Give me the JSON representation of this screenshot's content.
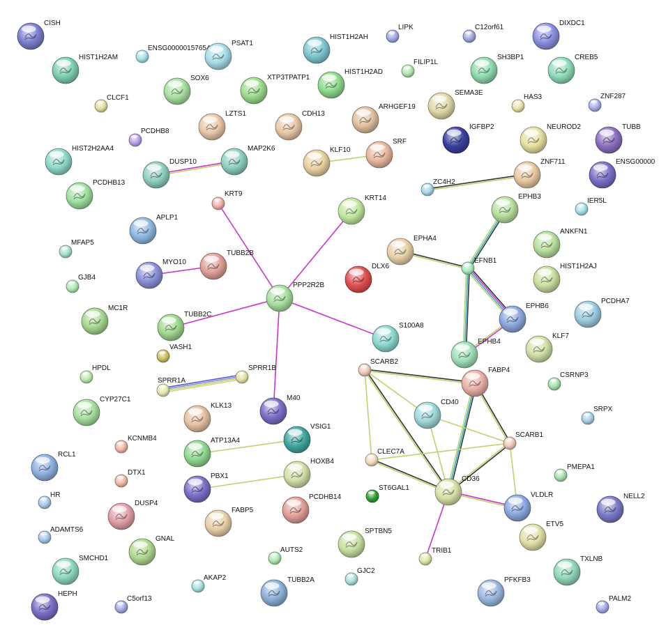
{
  "nodes": [
    {
      "id": "CISH",
      "color": "#7a7fd0",
      "size": "big"
    },
    {
      "id": "HIST1H2AM",
      "color": "#7fd0b0",
      "size": "big"
    },
    {
      "id": "ENSG00000157654",
      "color": "#a8e0e8",
      "size": "small"
    },
    {
      "id": "PSAT1",
      "color": "#a8dce8",
      "size": "big"
    },
    {
      "id": "HIST1H2AH",
      "color": "#7fc7d0",
      "size": "big"
    },
    {
      "id": "LIPK",
      "color": "#a0a8e0",
      "size": "small"
    },
    {
      "id": "C12orf61",
      "color": "#a0a8e0",
      "size": "small"
    },
    {
      "id": "DIXDC1",
      "color": "#8c8fe0",
      "size": "big"
    },
    {
      "id": "CREB5",
      "color": "#8fdcb8",
      "size": "big"
    },
    {
      "id": "SH3BP1",
      "color": "#8fdcb0",
      "size": "big"
    },
    {
      "id": "FILIP1L",
      "color": "#b0e8b0",
      "size": "small"
    },
    {
      "id": "HIST1H2AD",
      "color": "#8fdc8f",
      "size": "big"
    },
    {
      "id": "XTP3TPATP1",
      "color": "#9ddc8f",
      "size": "big"
    },
    {
      "id": "SOX6",
      "color": "#a8e0a0",
      "size": "big"
    },
    {
      "id": "CLCF1",
      "color": "#e0e0a0",
      "size": "small"
    },
    {
      "id": "SEMA3E",
      "color": "#e0d8a8",
      "size": "big"
    },
    {
      "id": "HAS3",
      "color": "#e8e0a8",
      "size": "small"
    },
    {
      "id": "ZNF287",
      "color": "#a8b0e8",
      "size": "small"
    },
    {
      "id": "PCDHB8",
      "color": "#b8a0e8",
      "size": "small"
    },
    {
      "id": "LZTS1",
      "color": "#e8c8a8",
      "size": "big"
    },
    {
      "id": "CDH13",
      "color": "#e8c8a8",
      "size": "big"
    },
    {
      "id": "ARHGEF19",
      "color": "#e0c0a0",
      "size": "big"
    },
    {
      "id": "IGFBP2",
      "color": "#3a40a0",
      "size": "big"
    },
    {
      "id": "NEUROD2",
      "color": "#e8e0a0",
      "size": "big"
    },
    {
      "id": "TUBB",
      "color": "#8c70c0",
      "size": "big"
    },
    {
      "id": "ENSG00000",
      "color": "#7a70c8",
      "size": "big"
    },
    {
      "id": "HIST2H2AA4",
      "color": "#8fd8c8",
      "size": "big"
    },
    {
      "id": "DUSP10",
      "color": "#8fd0c0",
      "size": "big"
    },
    {
      "id": "MAP2K6",
      "color": "#8fd0c0",
      "size": "big"
    },
    {
      "id": "KLF10",
      "color": "#e8d0a0",
      "size": "big"
    },
    {
      "id": "SRF",
      "color": "#e8b8a0",
      "size": "big"
    },
    {
      "id": "ZC4H2",
      "color": "#a8d8e8",
      "size": "small"
    },
    {
      "id": "ZNF711",
      "color": "#e8c8a0",
      "size": "big"
    },
    {
      "id": "PCDHB13",
      "color": "#a0e0a0",
      "size": "big"
    },
    {
      "id": "KRT9",
      "color": "#f0b0a8",
      "size": "small"
    },
    {
      "id": "KRT14",
      "color": "#c0e8a0",
      "size": "big"
    },
    {
      "id": "EPHB3",
      "color": "#b8e0a0",
      "size": "big"
    },
    {
      "id": "IER5L",
      "color": "#a8e0e8",
      "size": "small"
    },
    {
      "id": "APLP1",
      "color": "#8fb8e0",
      "size": "big"
    },
    {
      "id": "ANKFN1",
      "color": "#b8e0a0",
      "size": "big"
    },
    {
      "id": "MFAP5",
      "color": "#a8e0c8",
      "size": "small"
    },
    {
      "id": "EPHA4",
      "color": "#e8d0a8",
      "size": "big"
    },
    {
      "id": "MYO10",
      "color": "#8c90d8",
      "size": "big"
    },
    {
      "id": "TUBB2B",
      "color": "#e0a098",
      "size": "big"
    },
    {
      "id": "EFNB1",
      "color": "#a8e8c0",
      "size": "small"
    },
    {
      "id": "HIST1H2AJ",
      "color": "#c8e0a0",
      "size": "big"
    },
    {
      "id": "DLX6",
      "color": "#e05050",
      "size": "big"
    },
    {
      "id": "GJB4",
      "color": "#b0e8b0",
      "size": "small"
    },
    {
      "id": "PPP2R2B",
      "color": "#a8e0a0",
      "size": "big"
    },
    {
      "id": "PCDHA7",
      "color": "#9ccce0",
      "size": "big"
    },
    {
      "id": "MC1R",
      "color": "#a8d890",
      "size": "big"
    },
    {
      "id": "EPHB6",
      "color": "#8ca8e0",
      "size": "big"
    },
    {
      "id": "TUBB2C",
      "color": "#a0d890",
      "size": "big"
    },
    {
      "id": "S100A8",
      "color": "#8fd8d0",
      "size": "big"
    },
    {
      "id": "KLF7",
      "color": "#d0e0a8",
      "size": "big"
    },
    {
      "id": "VASH1",
      "color": "#d0c060",
      "size": "small"
    },
    {
      "id": "EPHB4",
      "color": "#a0e0b8",
      "size": "big"
    },
    {
      "id": "SCARB2",
      "color": "#f0c8b8",
      "size": "small"
    },
    {
      "id": "FABP4",
      "color": "#e8b0a8",
      "size": "big"
    },
    {
      "id": "CSRNP3",
      "color": "#a8e0a8",
      "size": "small"
    },
    {
      "id": "HPDL",
      "color": "#c0e8b0",
      "size": "small"
    },
    {
      "id": "SPRR1B",
      "color": "#e8e0a8",
      "size": "small"
    },
    {
      "id": "SPRR1A",
      "color": "#e8e8b0",
      "size": "small"
    },
    {
      "id": "CYP27C1",
      "color": "#a8e0a0",
      "size": "big"
    },
    {
      "id": "CD40",
      "color": "#a0d8d8",
      "size": "big"
    },
    {
      "id": "SRPX",
      "color": "#a8d0e8",
      "size": "small"
    },
    {
      "id": "KLK13",
      "color": "#e8c0a0",
      "size": "big"
    },
    {
      "id": "M40",
      "color": "#7a70c8",
      "size": "big"
    },
    {
      "id": "VSIG1",
      "color": "#40a8a0",
      "size": "big"
    },
    {
      "id": "SCARB1",
      "color": "#f0c8b8",
      "size": "small"
    },
    {
      "id": "KCNMB4",
      "color": "#f0b8a8",
      "size": "small"
    },
    {
      "id": "ATP13A4",
      "color": "#90d890",
      "size": "big"
    },
    {
      "id": "CLEC7A",
      "color": "#f0dcb8",
      "size": "small"
    },
    {
      "id": "RCL1",
      "color": "#8fb0e0",
      "size": "big"
    },
    {
      "id": "HOXB4",
      "color": "#d0e0a8",
      "size": "big"
    },
    {
      "id": "PMEPA1",
      "color": "#a8e0b0",
      "size": "small"
    },
    {
      "id": "DTX1",
      "color": "#f0b8a8",
      "size": "small"
    },
    {
      "id": "CD36",
      "color": "#d8e0a8",
      "size": "big"
    },
    {
      "id": "ST6GAL1",
      "color": "#30a030",
      "size": "small"
    },
    {
      "id": "PBX1",
      "color": "#7a70c8",
      "size": "big"
    },
    {
      "id": "NELL2",
      "color": "#7a7ac8",
      "size": "big"
    },
    {
      "id": "HR",
      "color": "#a8c8e8",
      "size": "small"
    },
    {
      "id": "PCDHB14",
      "color": "#e0a098",
      "size": "big"
    },
    {
      "id": "VLDLR",
      "color": "#8ca8e0",
      "size": "big"
    },
    {
      "id": "DUSP4",
      "color": "#e0a0a8",
      "size": "big"
    },
    {
      "id": "FABP5",
      "color": "#e8d0a8",
      "size": "big"
    },
    {
      "id": "ADAMTS6",
      "color": "#a8c8e8",
      "size": "small"
    },
    {
      "id": "ETV5",
      "color": "#e0e0a8",
      "size": "big"
    },
    {
      "id": "GNAL",
      "color": "#b0d890",
      "size": "big"
    },
    {
      "id": "SPTBN5",
      "color": "#c8e0a0",
      "size": "big"
    },
    {
      "id": "AUTS2",
      "color": "#b0e8b0",
      "size": "small"
    },
    {
      "id": "TRIB1",
      "color": "#d8e8a8",
      "size": "small"
    },
    {
      "id": "SMCHD1",
      "color": "#8fd8c0",
      "size": "big"
    },
    {
      "id": "TXLNB",
      "color": "#90d8b8",
      "size": "big"
    },
    {
      "id": "GJC2",
      "color": "#a8e0d8",
      "size": "small"
    },
    {
      "id": "AKAP2",
      "color": "#a8e0e0",
      "size": "small"
    },
    {
      "id": "TUBB2A",
      "color": "#8cb0d8",
      "size": "big"
    },
    {
      "id": "PFKFB3",
      "color": "#9cb8e0",
      "size": "big"
    },
    {
      "id": "HEPH",
      "color": "#7a70c8",
      "size": "big"
    },
    {
      "id": "C5orf13",
      "color": "#a8a8e8",
      "size": "small"
    },
    {
      "id": "PALM2",
      "color": "#a8a8e8",
      "size": "small"
    }
  ],
  "edges": [
    {
      "a": "DUSP10",
      "b": "MAP2K6",
      "colors": [
        "#cc33cc",
        "#b8d46a"
      ]
    },
    {
      "a": "KLF10",
      "b": "SRF",
      "colors": [
        "#b8d46a"
      ]
    },
    {
      "a": "ZC4H2",
      "b": "ZNF711",
      "colors": [
        "#333333",
        "#b8d46a"
      ]
    },
    {
      "a": "KRT9",
      "b": "PPP2R2B",
      "colors": [
        "#cc33cc"
      ]
    },
    {
      "a": "KRT14",
      "b": "PPP2R2B",
      "colors": [
        "#cc33cc"
      ]
    },
    {
      "a": "MYO10",
      "b": "TUBB2B",
      "colors": [
        "#cc33cc"
      ]
    },
    {
      "a": "TUBB2C",
      "b": "PPP2R2B",
      "colors": [
        "#cc33cc"
      ]
    },
    {
      "a": "PPP2R2B",
      "b": "S100A8",
      "colors": [
        "#cc33cc"
      ]
    },
    {
      "a": "PPP2R2B",
      "b": "M40",
      "colors": [
        "#cc33cc"
      ]
    },
    {
      "a": "SPRR1A",
      "b": "SPRR1B",
      "colors": [
        "#5555cc",
        "#8888dd",
        "#b8d46a",
        "#d8d080"
      ]
    },
    {
      "a": "ATP13A4",
      "b": "VSIG1",
      "colors": [
        "#b8d46a"
      ]
    },
    {
      "a": "PBX1",
      "b": "HOXB4",
      "colors": [
        "#b8d46a"
      ]
    },
    {
      "a": "EPHB3",
      "b": "EFNB1",
      "colors": [
        "#333333",
        "#33aacc",
        "#b8d46a"
      ]
    },
    {
      "a": "EPHA4",
      "b": "EFNB1",
      "colors": [
        "#333333",
        "#b8d46a"
      ]
    },
    {
      "a": "EFNB1",
      "b": "EPHB6",
      "colors": [
        "#333333",
        "#cc33cc",
        "#33aacc",
        "#b8d46a"
      ]
    },
    {
      "a": "EFNB1",
      "b": "EPHB4",
      "colors": [
        "#333333",
        "#33aacc",
        "#b8d46a"
      ]
    },
    {
      "a": "EPHB6",
      "b": "EPHB4",
      "colors": [
        "#cc33cc",
        "#b8d46a"
      ]
    },
    {
      "a": "SCARB2",
      "b": "FABP4",
      "colors": [
        "#333333",
        "#b8d46a"
      ]
    },
    {
      "a": "SCARB2",
      "b": "CD40",
      "colors": [
        "#b8d46a"
      ]
    },
    {
      "a": "SCARB2",
      "b": "CD36",
      "colors": [
        "#333333",
        "#b8d46a"
      ]
    },
    {
      "a": "SCARB2",
      "b": "CLEC7A",
      "colors": [
        "#b8d46a"
      ]
    },
    {
      "a": "FABP4",
      "b": "SCARB1",
      "colors": [
        "#333333",
        "#b8d46a"
      ]
    },
    {
      "a": "FABP4",
      "b": "CD36",
      "colors": [
        "#333333",
        "#33aacc",
        "#b8d46a"
      ]
    },
    {
      "a": "CD40",
      "b": "SCARB1",
      "colors": [
        "#b8d46a"
      ]
    },
    {
      "a": "CD40",
      "b": "CD36",
      "colors": [
        "#b8d46a"
      ]
    },
    {
      "a": "CLEC7A",
      "b": "SCARB1",
      "colors": [
        "#b8d46a"
      ]
    },
    {
      "a": "CLEC7A",
      "b": "CD36",
      "colors": [
        "#333333",
        "#b8d46a"
      ]
    },
    {
      "a": "SCARB1",
      "b": "CD36",
      "colors": [
        "#333333",
        "#b8d46a"
      ]
    },
    {
      "a": "SCARB1",
      "b": "VLDLR",
      "colors": [
        "#b8d46a"
      ]
    },
    {
      "a": "CD36",
      "b": "VLDLR",
      "colors": [
        "#cc33cc",
        "#b8d46a"
      ]
    },
    {
      "a": "CD36",
      "b": "TRIB1",
      "colors": [
        "#cc33cc"
      ]
    }
  ]
}
